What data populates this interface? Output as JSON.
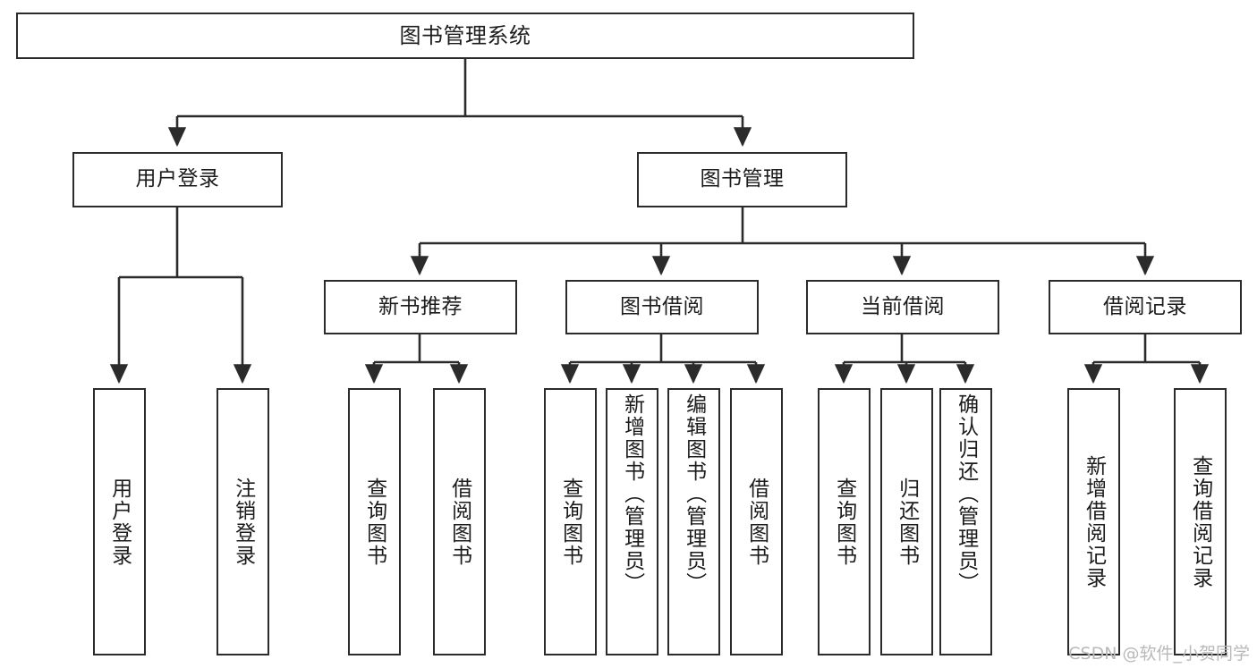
{
  "diagram": {
    "title": "图书管理系统",
    "type": "tree-hierarchy-chart",
    "watermark": "CSDN @软件_小贺同学",
    "colors": {
      "stroke": "#2b2b2b",
      "fill": "#ffffff",
      "text": "#1c1c1c",
      "watermark": "#b9b9b9"
    },
    "nodes": {
      "root": {
        "label": "图书管理系统"
      },
      "level2": [
        {
          "id": "user-login",
          "label": "用户登录"
        },
        {
          "id": "book-management",
          "label": "图书管理"
        }
      ],
      "level3": [
        {
          "id": "new-book-recommend",
          "label": "新书推荐"
        },
        {
          "id": "book-borrow",
          "label": "图书借阅"
        },
        {
          "id": "current-borrow",
          "label": "当前借阅"
        },
        {
          "id": "borrow-record",
          "label": "借阅记录"
        }
      ],
      "leaves": {
        "user_login": [
          {
            "id": "leaf-user-login",
            "label": "用户登录"
          },
          {
            "id": "leaf-user-logout",
            "label": "注销登录"
          }
        ],
        "new_book_recommend": [
          {
            "id": "leaf-query-book-1",
            "label": "查询图书"
          },
          {
            "id": "leaf-borrow-book-1",
            "label": "借阅图书"
          }
        ],
        "book_borrow": [
          {
            "id": "leaf-query-book-2",
            "label": "查询图书"
          },
          {
            "id": "leaf-add-book",
            "label": "新增图书（管理员）"
          },
          {
            "id": "leaf-edit-book",
            "label": "编辑图书（管理员）"
          },
          {
            "id": "leaf-borrow-book-2",
            "label": "借阅图书"
          }
        ],
        "current_borrow": [
          {
            "id": "leaf-query-book-3",
            "label": "查询图书"
          },
          {
            "id": "leaf-return-book",
            "label": "归还图书"
          },
          {
            "id": "leaf-confirm-return",
            "label": "确认归还（管理员）"
          }
        ],
        "borrow_record": [
          {
            "id": "leaf-add-record",
            "label": "新增借阅记录"
          },
          {
            "id": "leaf-query-record",
            "label": "查询借阅记录"
          }
        ]
      }
    }
  }
}
